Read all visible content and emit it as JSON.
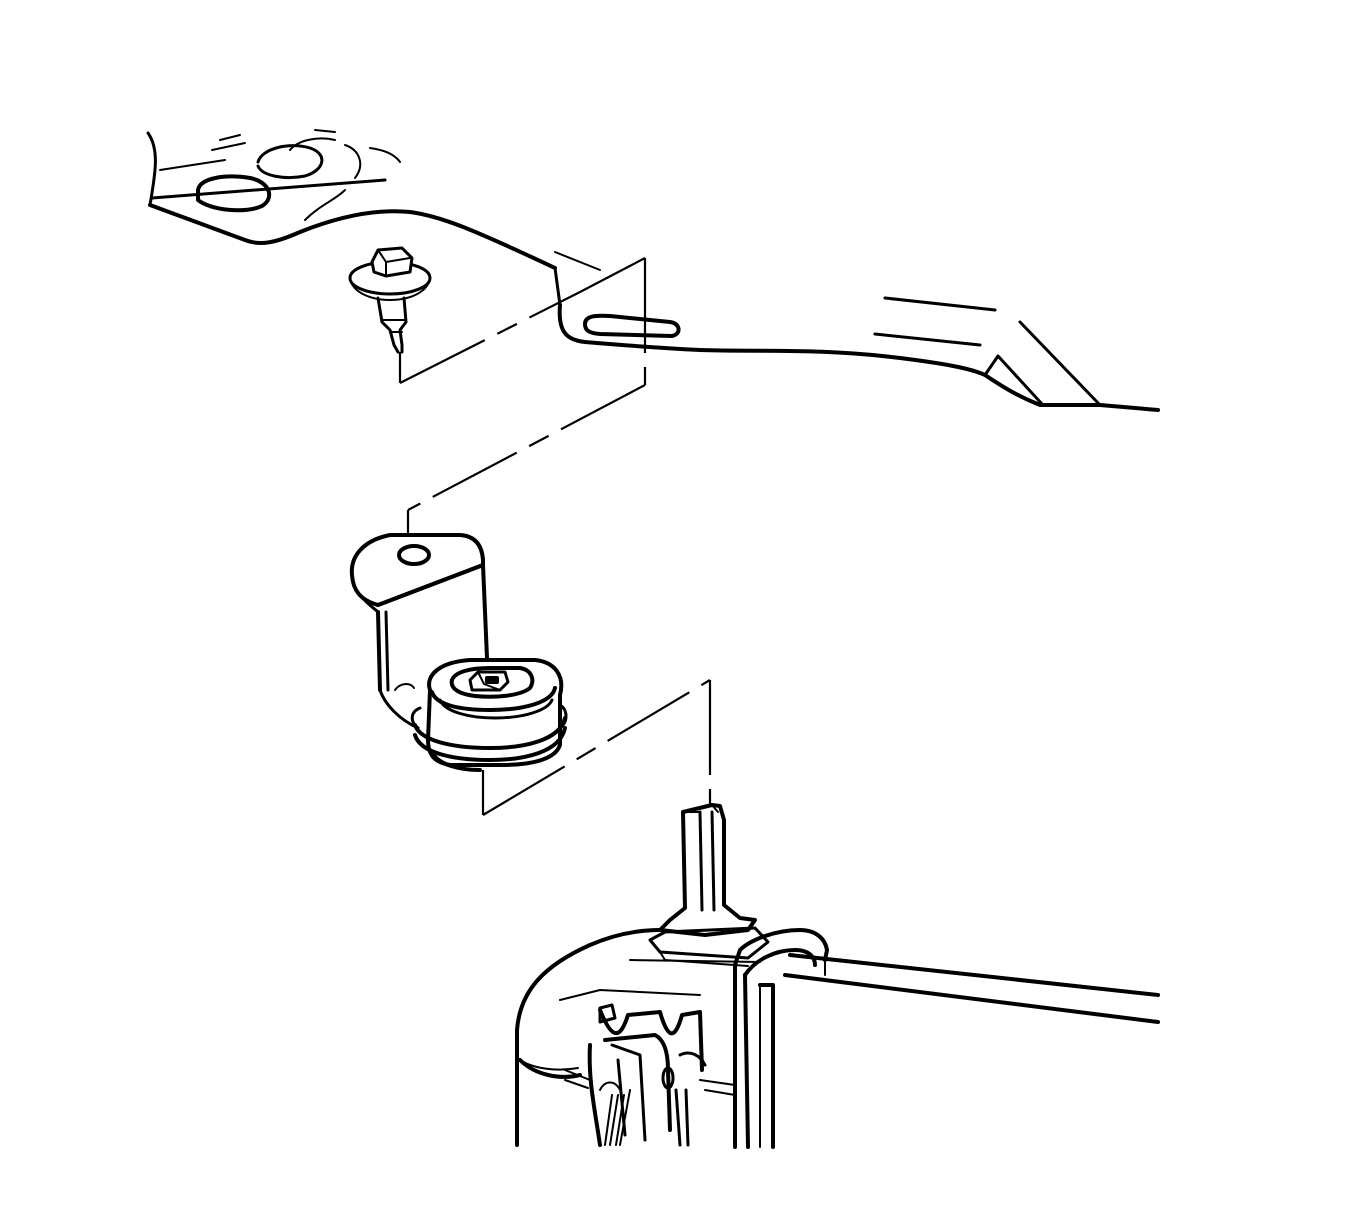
{
  "diagram": {
    "parts": [
      {
        "id": "vehicle-frame-bracket",
        "icon": "frame-rail-icon"
      },
      {
        "id": "mounting-bolt",
        "icon": "bolt-icon"
      },
      {
        "id": "bracket-with-insulator",
        "icon": "bracket-insulator-icon"
      },
      {
        "id": "fuel-tank-mounting-stud",
        "icon": "tank-stud-icon"
      }
    ],
    "colors": {
      "line": "#000000",
      "background": "#ffffff"
    }
  }
}
